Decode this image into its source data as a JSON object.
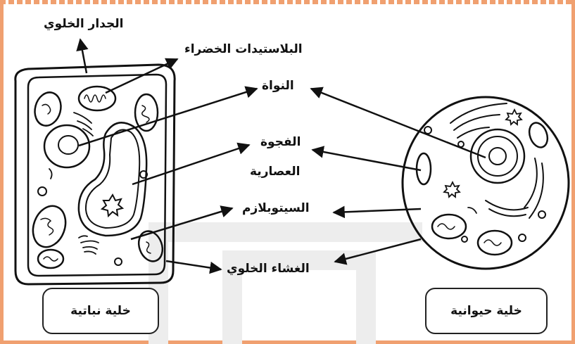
{
  "labels": {
    "cell_wall": "الجدار الخلوي",
    "chloroplasts": "البلاستيدات الخضراء",
    "nucleus": "النواة",
    "vacuole_line1": "الفجوة",
    "vacuole_line2": "العصارية",
    "cytoplasm": "السيتوبلازم",
    "cell_membrane": "الغشاء الخلوي"
  },
  "captions": {
    "plant_cell": "خلية نباتية",
    "animal_cell": "خلية حيوانية"
  },
  "colors": {
    "border": "#f0a070",
    "watermark": "#ececec",
    "ink": "#111111"
  }
}
